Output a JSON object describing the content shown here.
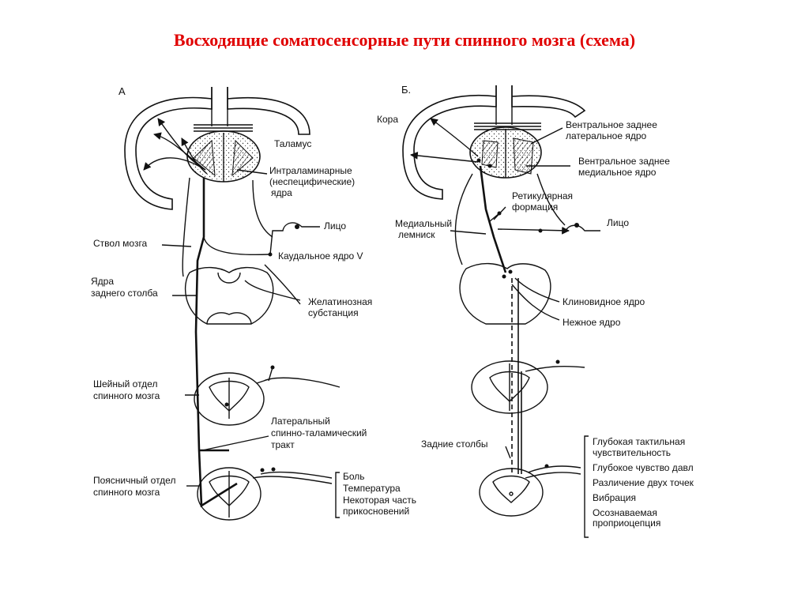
{
  "title": "Восходящие соматосенсорные пути спинного мозга (схема)",
  "panel_a": {
    "letter": "А",
    "labels": {
      "thalamus": "Таламус",
      "intralaminar_1": "Интраламинарные",
      "intralaminar_2": "(неспецифические)",
      "intralaminar_3": "ядра",
      "face": "Лицо",
      "brainstem": "Ствол мозга",
      "caudal_v": "Каудальное ядро V",
      "dorsal_col_1": "Ядра",
      "dorsal_col_2": "заднего столба",
      "gelatinous_1": "Желатинозная",
      "gelatinous_2": "субстанция",
      "cervical_1": "Шейный отдел",
      "cervical_2": "спинного мозга",
      "spinothal_1": "Латеральный",
      "spinothal_2": "спинно-таламический",
      "spinothal_3": "тракт",
      "lumbar_1": "Поясничный отдел",
      "lumbar_2": "спинного мозга",
      "pain": "Боль",
      "temp": "Температура",
      "touch_1": "Некоторая часть",
      "touch_2": "прикосновений"
    }
  },
  "panel_b": {
    "letter": "Б.",
    "labels": {
      "cortex": "Кора",
      "vpl_1": "Вентральное заднее",
      "vpl_2": "латеральное ядро",
      "vpm_1": "Вентральное заднее",
      "vpm_2": "медиальное ядро",
      "retic_1": "Ретикулярная",
      "retic_2": "формация",
      "face": "Лицо",
      "lemniscus_1": "Медиальный",
      "lemniscus_2": "лемниск",
      "cuneate": "Клиновидное ядро",
      "gracile": "Нежное ядро",
      "dorsal_cols": "Задние столбы",
      "deep_touch_1": "Глубокая тактильная",
      "deep_touch_2": "чувствительность",
      "deep_pressure": "Глубокое чувство давл",
      "two_point": "Различение двух точек",
      "vibration": "Вибрация",
      "proprio_1": "Осознаваемая",
      "proprio_2": "проприоцепция"
    }
  }
}
